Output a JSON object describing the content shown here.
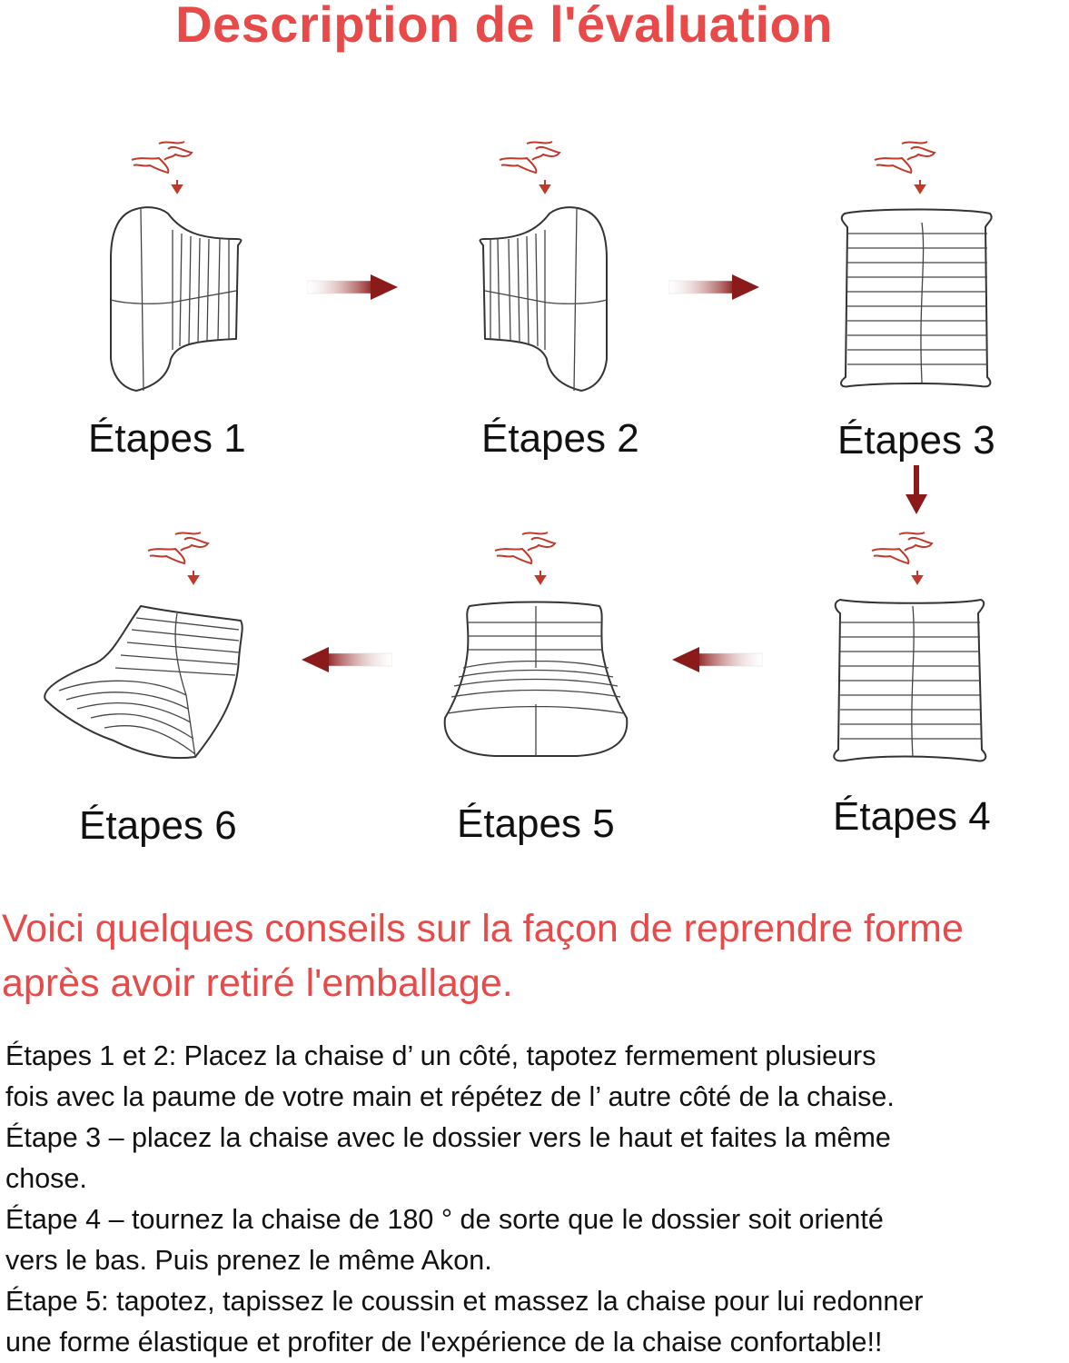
{
  "title": "Description de l'évaluation",
  "steps": [
    {
      "label": "Étapes 1"
    },
    {
      "label": "Étapes 2"
    },
    {
      "label": "Étapes 3"
    },
    {
      "label": "Étapes 4"
    },
    {
      "label": "Étapes 5"
    },
    {
      "label": "Étapes 6"
    }
  ],
  "colors": {
    "accent": "#e84a4a",
    "arrow": "#8b1a1a"
  },
  "heading": [
    "Voici quelques conseils sur la façon de reprendre forme",
    "après avoir retiré l'emballage."
  ],
  "instructions": [
    "Étapes 1 et 2: Placez la chaise d’   un côté, tapotez fermement plusieurs",
    "fois avec la paume de votre main et répétez de l’   autre côté de la chaise.",
    "Étape 3 – placez la chaise avec le dossier vers le haut et faites la même",
    "chose.",
    "Étape 4 – tournez la chaise de 180 ° de sorte que le dossier soit orienté",
    "vers le bas. Puis prenez le même Akon.",
    "Étape 5: tapotez, tapissez le coussin et massez la chaise pour lui redonner",
    " une forme élastique et profiter de l'expérience de la chaise confortable!!"
  ]
}
